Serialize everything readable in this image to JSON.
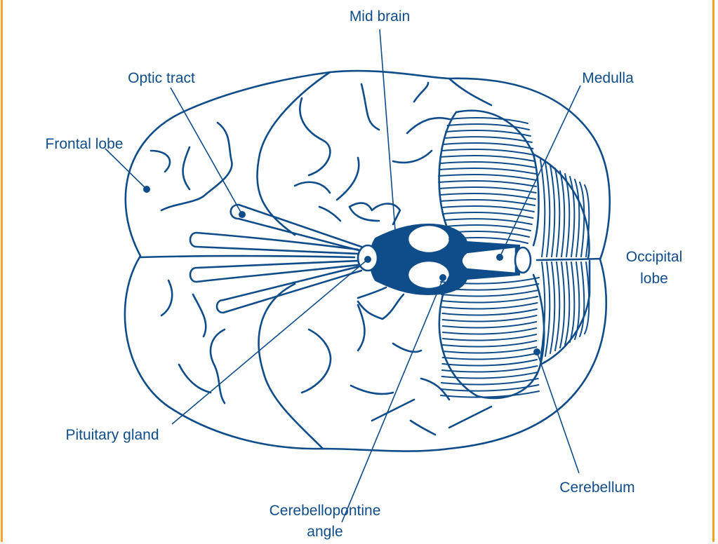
{
  "labels": {
    "mid_brain": "Mid brain",
    "optic_tract": "Optic tract",
    "medulla": "Medulla",
    "frontal_lobe": "Frontal lobe",
    "occipital_lobe_1": "Occipital",
    "occipital_lobe_2": "lobe",
    "pituitary_gland": "Pituitary gland",
    "cerebellum": "Cerebellum",
    "cerebellopontine_1": "Cerebellopontine",
    "cerebellopontine_2": "angle"
  },
  "colors": {
    "line": "#0F4C8A",
    "border": "#F2A42E",
    "background": "#FFFFFF"
  }
}
